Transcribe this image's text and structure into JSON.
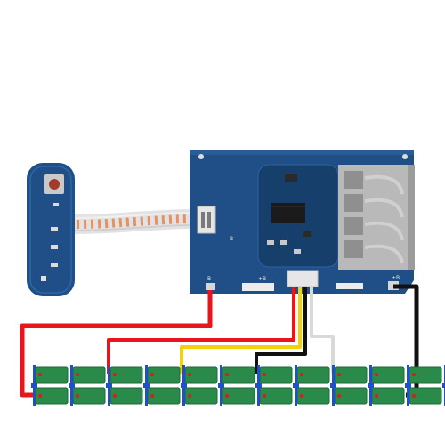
{
  "board": {
    "marking_b_minus": "-B",
    "marking_b_plus": "+B",
    "marking_b_plus_2": "+B",
    "marking_b_minus_2": "-B"
  },
  "colors": {
    "background": "#ffffff",
    "pcb_blue": "#1f4f86",
    "pcb_dark": "#173f6c",
    "cell_green": "#2a8a4a",
    "busbar_blue": "#1e4fd0",
    "wire_red": "#e8161b",
    "wire_yellow": "#f2d20a",
    "wire_black": "#111111",
    "wire_white": "#d9d9d9",
    "ribbon": "#e9e9e9",
    "ribbon_stripe": "#e8743a"
  },
  "battery": {
    "rows": 2,
    "cells_per_row": 11
  },
  "icons": [
    "push-button-icon",
    "chip-icon",
    "connector-icon",
    "terminal-icon",
    "polarity-plus-icon"
  ]
}
